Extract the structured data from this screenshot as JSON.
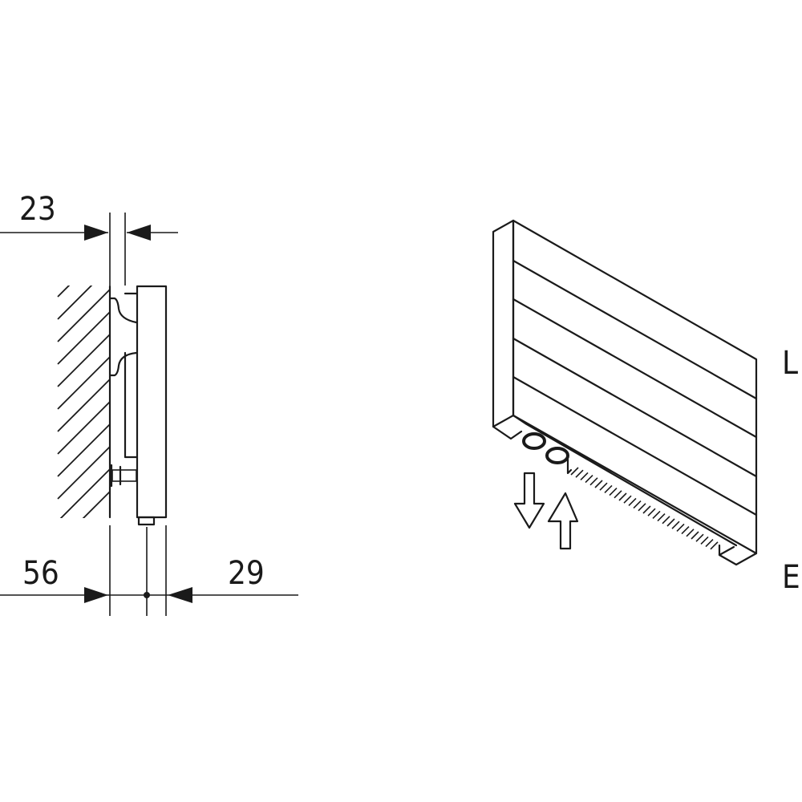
{
  "side_view": {
    "dim_top": "23",
    "dim_bottom_left": "56",
    "dim_bottom_right": "29"
  },
  "perspective_view": {
    "label_length": "L",
    "label_height": "E"
  },
  "colors": {
    "line": "#1a1a1a",
    "background": "#ffffff"
  }
}
